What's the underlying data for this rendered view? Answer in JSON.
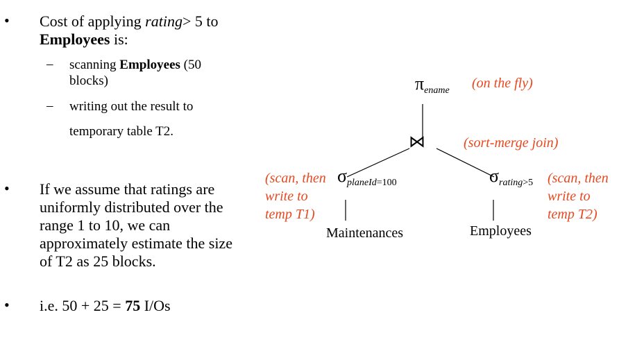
{
  "left": {
    "bullet1": {
      "line1_pre": "Cost of applying ",
      "line1_italic": "rating",
      "line1_post": "> 5 to",
      "line2_bold": "Employees",
      "line2_post": " is:",
      "sub1": {
        "line1_pre": "scanning ",
        "line1_bold": "Employees",
        "line1_post": " (50",
        "line2": "blocks)"
      },
      "sub2": {
        "line1": "writing out the result to",
        "line2": "temporary table T2."
      }
    },
    "bullet2": {
      "lines": [
        "If we assume that ratings are",
        "uniformly distributed over the",
        "range 1 to 10, we can",
        "approximately estimate the size",
        "of T2 as 25 blocks."
      ]
    },
    "bullet3": {
      "pre": "i.e. 50 + 25 = ",
      "bold": "75",
      "post": " I/Os"
    },
    "bullet_glyph": "•",
    "dash_glyph": "–"
  },
  "tree": {
    "projection": {
      "symbol": "π",
      "subscript": "ename",
      "annotation": "(on the fly)"
    },
    "join": {
      "symbol": "⋈",
      "annotation": "(sort-merge join)"
    },
    "left_select": {
      "symbol": "σ",
      "sub_italic": "planeId",
      "sub_rest": "=100",
      "annotation_lines": [
        "(scan, then",
        "write to",
        "temp T1)"
      ],
      "relation": "Maintenances"
    },
    "right_select": {
      "symbol": "σ",
      "sub_italic": "rating",
      "sub_rest": ">5",
      "annotation_lines": [
        "(scan, then",
        "write to",
        "temp T2)"
      ],
      "relation": "Employees"
    }
  },
  "colors": {
    "annotation": "#e8481f",
    "text": "#000000"
  }
}
